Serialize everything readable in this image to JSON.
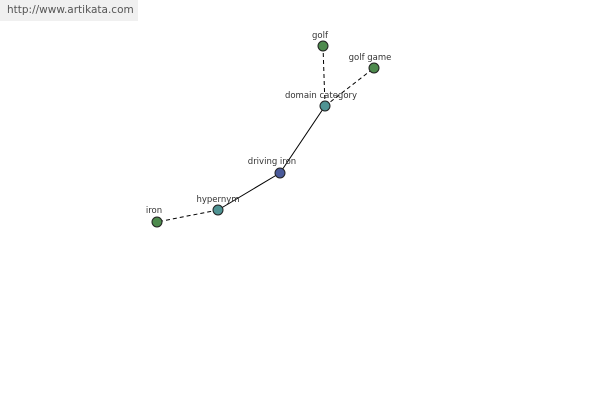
{
  "watermark": {
    "text": "http://www.artikata.com"
  },
  "graph": {
    "nodes": [
      {
        "id": "golf",
        "label": "golf",
        "color": "#4d8a4d"
      },
      {
        "id": "golf-game",
        "label": "golf game",
        "color": "#4d8a4d"
      },
      {
        "id": "domain-category",
        "label": "domain category",
        "color": "#4f9393"
      },
      {
        "id": "driving-iron",
        "label": "driving iron",
        "color": "#4a5a9a"
      },
      {
        "id": "hypernym",
        "label": "hypernym",
        "color": "#4f9393"
      },
      {
        "id": "iron",
        "label": "iron",
        "color": "#4d8a4d"
      }
    ],
    "edges": [
      {
        "from": "domain-category",
        "to": "golf",
        "style": "dashed"
      },
      {
        "from": "domain-category",
        "to": "golf-game",
        "style": "dashed"
      },
      {
        "from": "driving-iron",
        "to": "domain-category",
        "style": "solid"
      },
      {
        "from": "driving-iron",
        "to": "hypernym",
        "style": "solid"
      },
      {
        "from": "hypernym",
        "to": "iron",
        "style": "dashed"
      }
    ]
  }
}
